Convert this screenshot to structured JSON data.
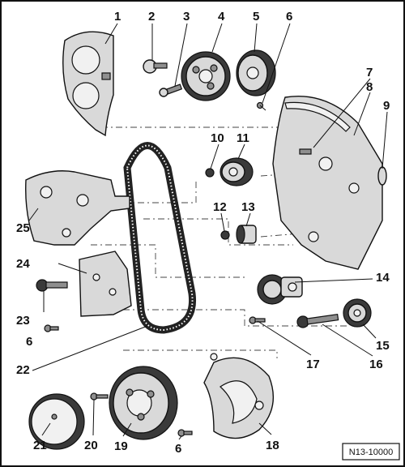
{
  "diagram": {
    "reference_code": "N13-10000",
    "callouts": [
      {
        "id": "c1",
        "label": "1"
      },
      {
        "id": "c2",
        "label": "2"
      },
      {
        "id": "c3",
        "label": "3"
      },
      {
        "id": "c4",
        "label": "4"
      },
      {
        "id": "c5",
        "label": "5"
      },
      {
        "id": "c6a",
        "label": "6"
      },
      {
        "id": "c7",
        "label": "7"
      },
      {
        "id": "c8",
        "label": "8"
      },
      {
        "id": "c9",
        "label": "9"
      },
      {
        "id": "c10",
        "label": "10"
      },
      {
        "id": "c11",
        "label": "11"
      },
      {
        "id": "c12",
        "label": "12"
      },
      {
        "id": "c13",
        "label": "13"
      },
      {
        "id": "c14",
        "label": "14"
      },
      {
        "id": "c15",
        "label": "15"
      },
      {
        "id": "c16",
        "label": "16"
      },
      {
        "id": "c17",
        "label": "17"
      },
      {
        "id": "c18",
        "label": "18"
      },
      {
        "id": "c19",
        "label": "19"
      },
      {
        "id": "c20",
        "label": "20"
      },
      {
        "id": "c21",
        "label": "21"
      },
      {
        "id": "c22",
        "label": "22"
      },
      {
        "id": "c23",
        "label": "23"
      },
      {
        "id": "c24",
        "label": "24"
      },
      {
        "id": "c25",
        "label": "25"
      },
      {
        "id": "c6b",
        "label": "6"
      },
      {
        "id": "c6c",
        "label": "6"
      }
    ]
  }
}
